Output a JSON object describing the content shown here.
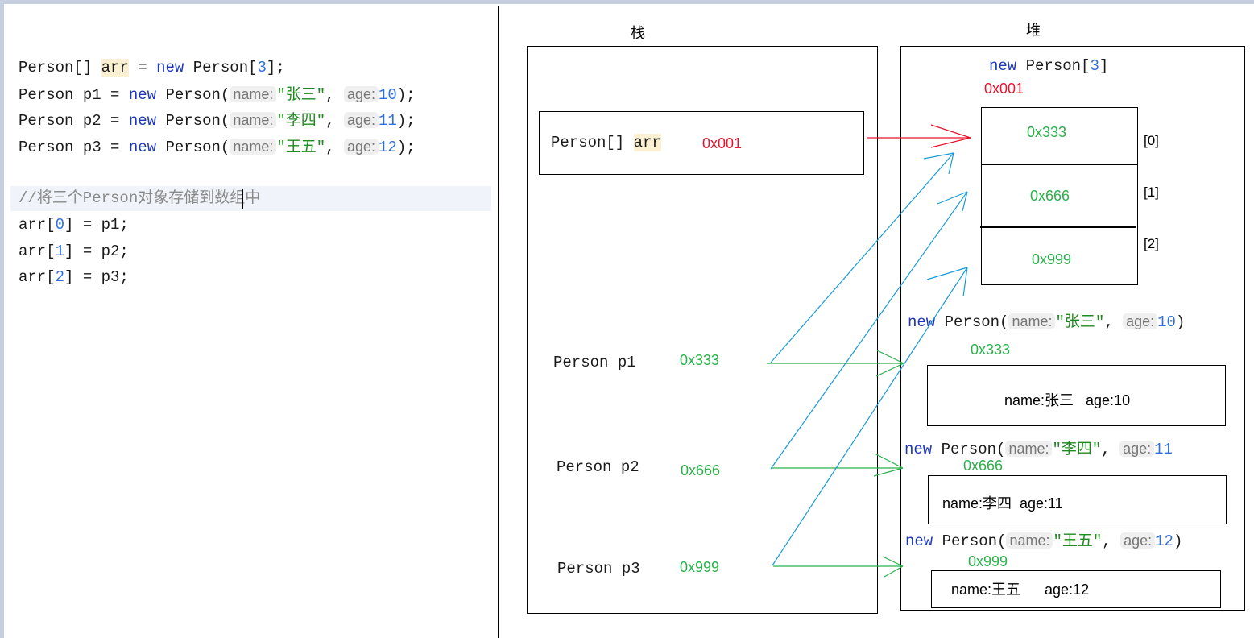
{
  "code": {
    "lines": [
      {
        "type": "Person[]",
        "var": "arr",
        "op": "=",
        "kw": "new",
        "cls": "Person",
        "open": "[",
        "size": "3",
        "close": "];"
      },
      {
        "type": "Person",
        "var": "p1",
        "op": "=",
        "kw": "new",
        "cls": "Person(",
        "hint_name": "name:",
        "name": "\"张三\"",
        "comma": ",",
        "hint_age": "age:",
        "age": "10",
        "close": ");"
      },
      {
        "type": "Person",
        "var": "p2",
        "op": "=",
        "kw": "new",
        "cls": "Person(",
        "hint_name": "name:",
        "name": "\"李四\"",
        "comma": ",",
        "hint_age": "age:",
        "age": "11",
        "close": ");"
      },
      {
        "type": "Person",
        "var": "p3",
        "op": "=",
        "kw": "new",
        "cls": "Person(",
        "hint_name": "name:",
        "name": "\"王五\"",
        "comma": ",",
        "hint_age": "age:",
        "age": "12",
        "close": ");"
      }
    ],
    "comment": "//将三个Person对象存储到数组中",
    "assignments": [
      {
        "prefix": "arr[",
        "index": "0",
        "suffix": "] = p1;"
      },
      {
        "prefix": "arr[",
        "index": "1",
        "suffix": "] = p2;"
      },
      {
        "prefix": "arr[",
        "index": "2",
        "suffix": "] = p3;"
      }
    ]
  },
  "stack": {
    "title": "栈",
    "arr_decl": {
      "type": "Person[]",
      "var": "arr",
      "addr": "0x001"
    },
    "vars": [
      {
        "decl": "Person p1",
        "addr": "0x333"
      },
      {
        "decl": "Person p2",
        "addr": "0x666"
      },
      {
        "decl": "Person p3",
        "addr": "0x999"
      }
    ]
  },
  "heap": {
    "title": "堆",
    "array": {
      "kw": "new",
      "cls": "Person",
      "open": "[",
      "size": "3",
      "close": "]",
      "addr": "0x001",
      "cells": [
        {
          "value": "0x333",
          "index": "[0]"
        },
        {
          "value": "0x666",
          "index": "[1]"
        },
        {
          "value": "0x999",
          "index": "[2]"
        }
      ]
    },
    "objects": [
      {
        "kw": "new",
        "cls": "Person(",
        "hint_name": "name:",
        "name": "\"张三\"",
        "comma": ",",
        "hint_age": "age:",
        "age": "10",
        "close": ")",
        "addr": "0x333",
        "content": "name:张三   age:10"
      },
      {
        "kw": "new",
        "cls": "Person(",
        "hint_name": "name:",
        "name": "\"李四\"",
        "comma": ",",
        "hint_age": "age:",
        "age": "11",
        "close": "",
        "addr": "0x666",
        "content": "name:李四  age:11"
      },
      {
        "kw": "new",
        "cls": "Person(",
        "hint_name": "name:",
        "name": "\"王五\"",
        "comma": ",",
        "hint_age": "age:",
        "age": "12",
        "close": ")",
        "addr": "0x999",
        "content": "name:王五      age:12"
      }
    ]
  },
  "colors": {
    "arr_ref": "#e8122e",
    "obj_ref": "#2ab14a",
    "array_ref": "#1a9bd8"
  }
}
